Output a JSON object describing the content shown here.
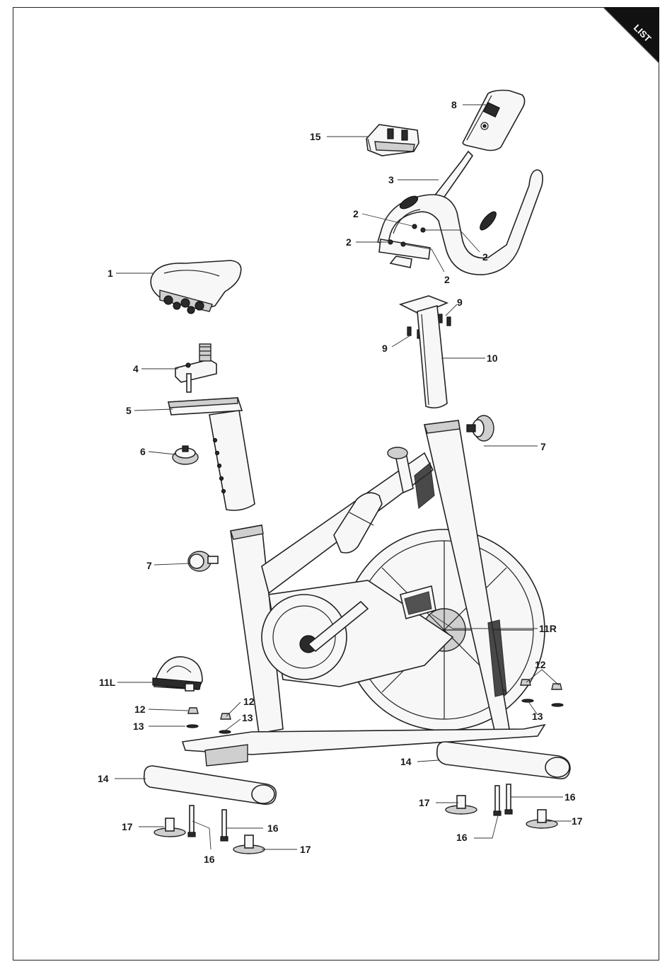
{
  "corner_tab": {
    "label": "LIST",
    "color": "#111111"
  },
  "callouts": [
    {
      "id": "c8",
      "text": "8"
    },
    {
      "id": "c15",
      "text": "15"
    },
    {
      "id": "c3",
      "text": "3"
    },
    {
      "id": "c2a",
      "text": "2"
    },
    {
      "id": "c2b",
      "text": "2"
    },
    {
      "id": "c2c",
      "text": "2"
    },
    {
      "id": "c2d",
      "text": "2"
    },
    {
      "id": "c1",
      "text": "1"
    },
    {
      "id": "c9a",
      "text": "9"
    },
    {
      "id": "c9b",
      "text": "9"
    },
    {
      "id": "c4",
      "text": "4"
    },
    {
      "id": "c10",
      "text": "10"
    },
    {
      "id": "c5",
      "text": "5"
    },
    {
      "id": "c6",
      "text": "6"
    },
    {
      "id": "c7a",
      "text": "7"
    },
    {
      "id": "c7b",
      "text": "7"
    },
    {
      "id": "c11R",
      "text": "11R"
    },
    {
      "id": "c11L",
      "text": "11L"
    },
    {
      "id": "c12a",
      "text": "12"
    },
    {
      "id": "c12b",
      "text": "12"
    },
    {
      "id": "c12c",
      "text": "12"
    },
    {
      "id": "c13a",
      "text": "13"
    },
    {
      "id": "c13b",
      "text": "13"
    },
    {
      "id": "c13c",
      "text": "13"
    },
    {
      "id": "c14a",
      "text": "14"
    },
    {
      "id": "c14b",
      "text": "14"
    },
    {
      "id": "c17a",
      "text": "17"
    },
    {
      "id": "c17b",
      "text": "17"
    },
    {
      "id": "c17c",
      "text": "17"
    },
    {
      "id": "c17d",
      "text": "17"
    },
    {
      "id": "c16a",
      "text": "16"
    },
    {
      "id": "c16b",
      "text": "16"
    },
    {
      "id": "c16c",
      "text": "16"
    },
    {
      "id": "c16d",
      "text": "16"
    }
  ]
}
